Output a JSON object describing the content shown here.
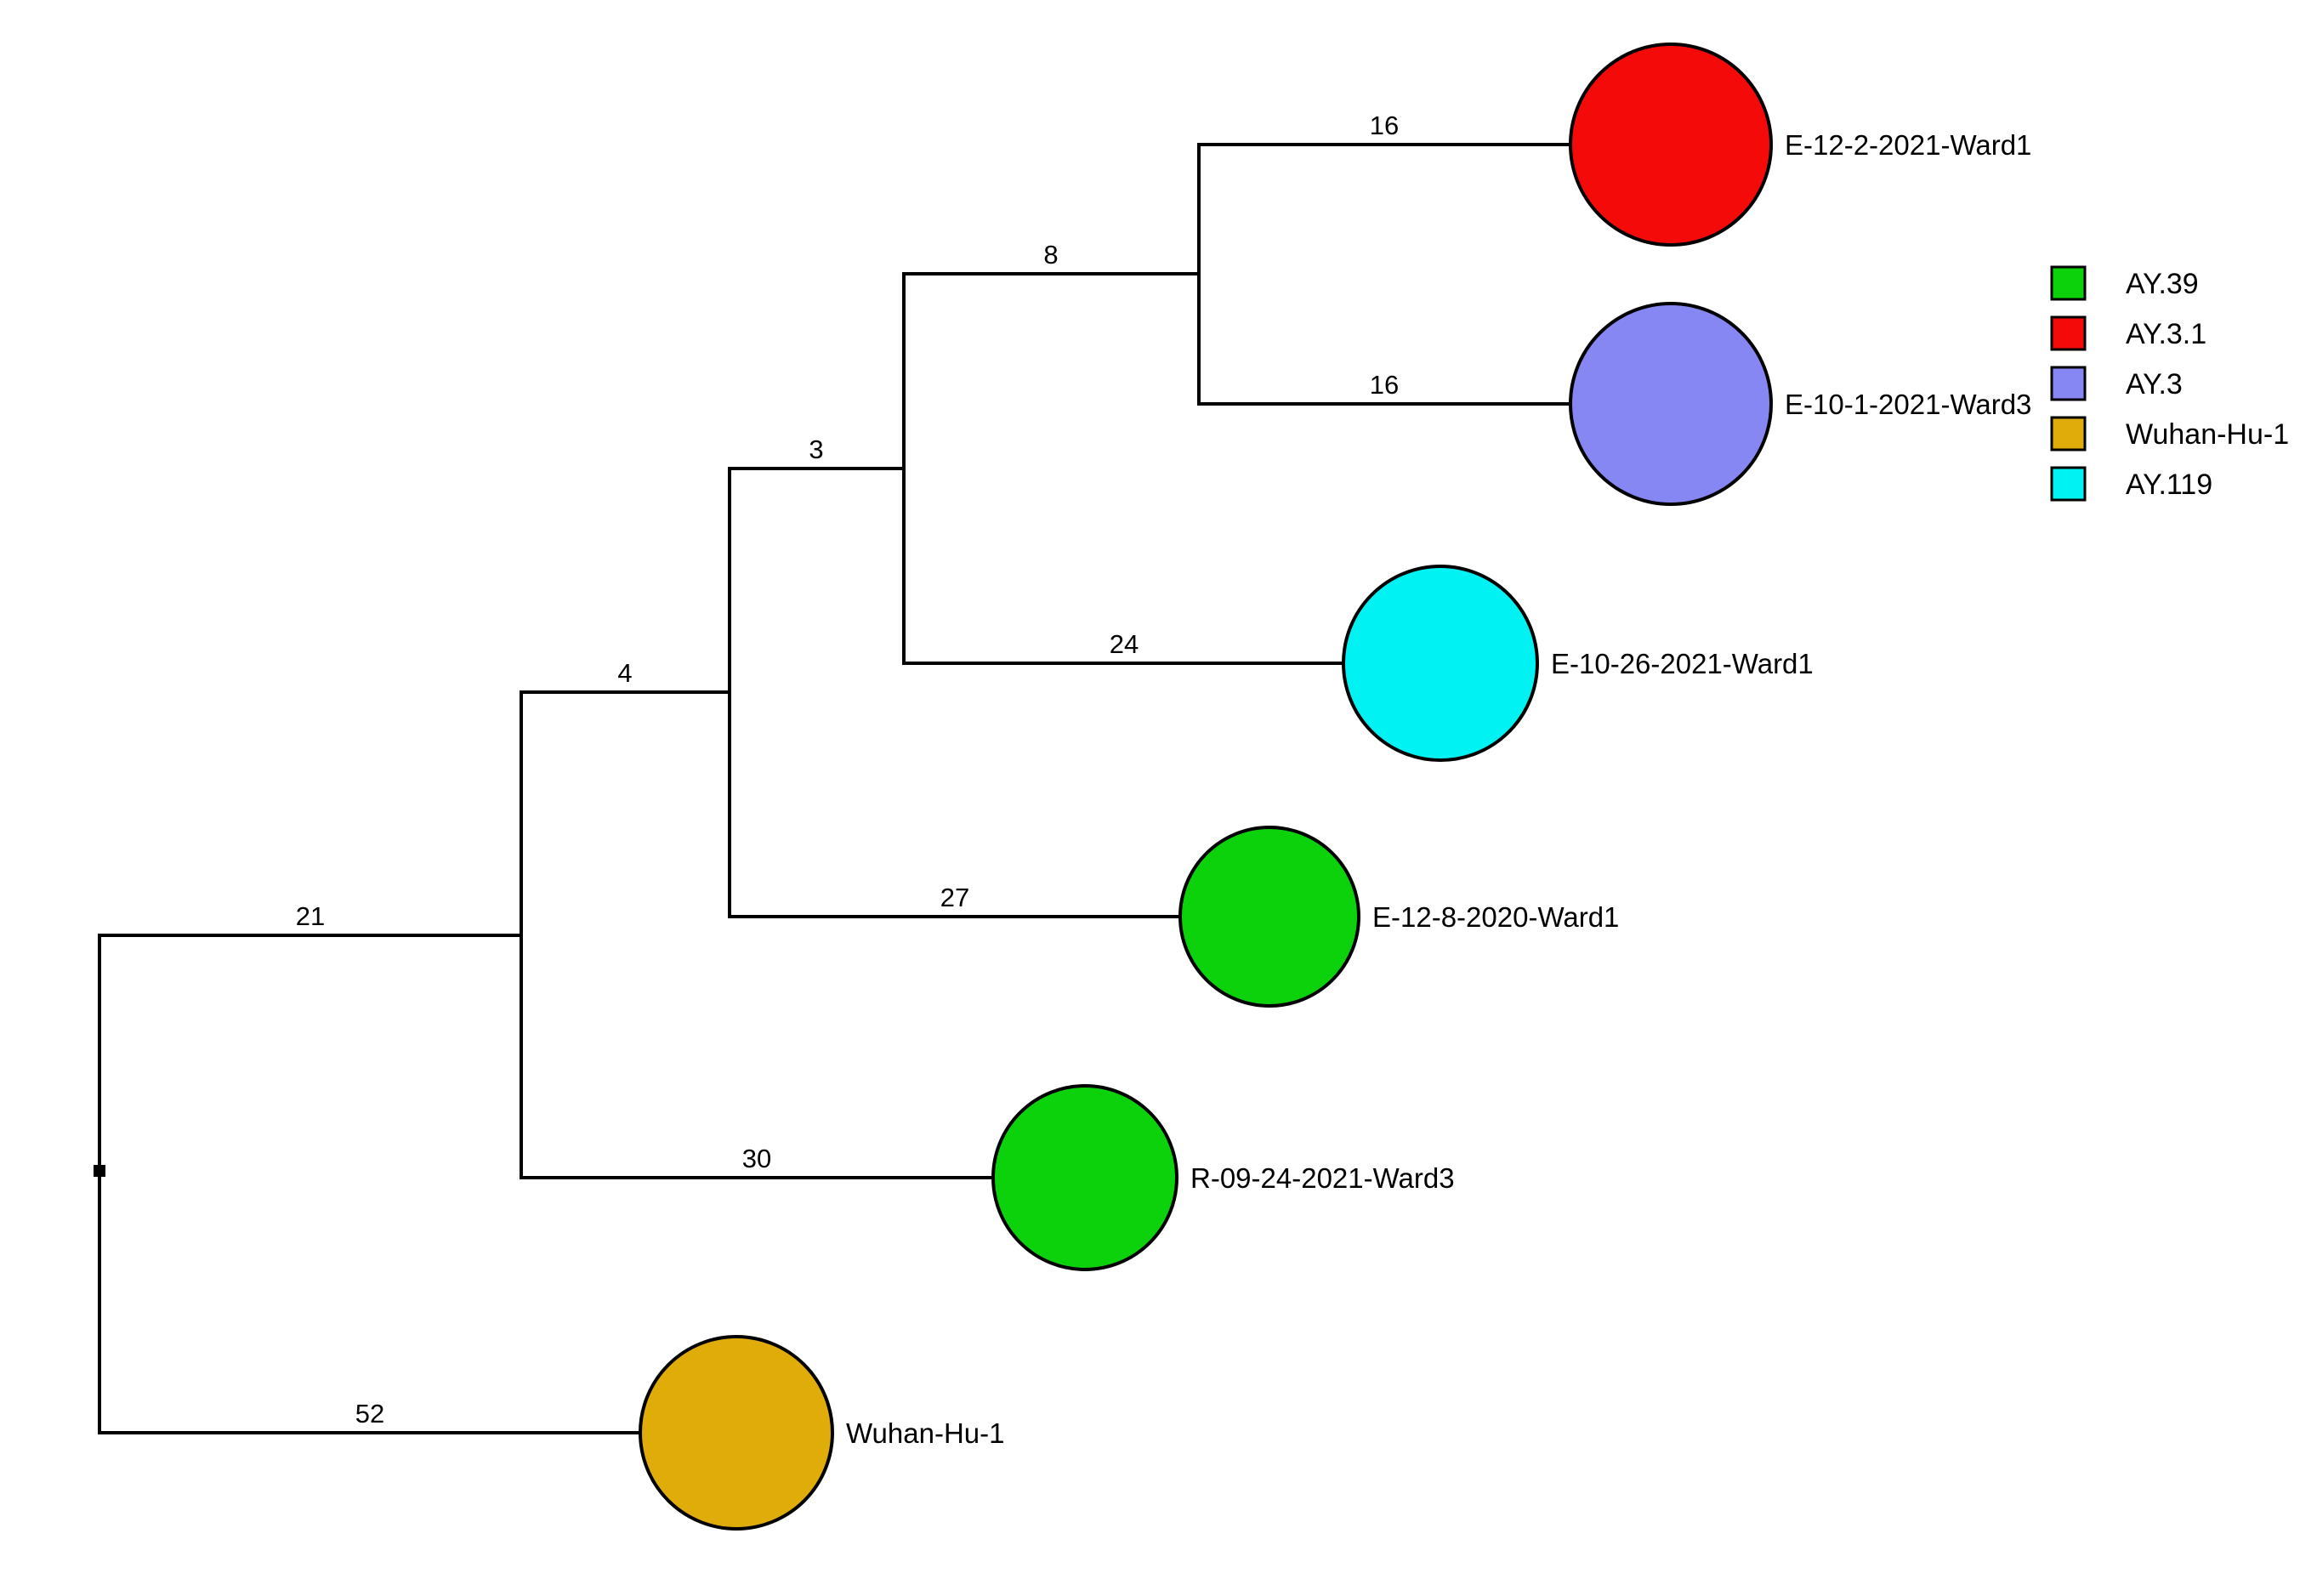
{
  "figure": {
    "background": "#ffffff",
    "edge_color": "#000000"
  },
  "tree": {
    "newick": "(((((E-12-2-2021-Ward1:16,E-10-1-2021-Ward3:16):8,E-10-26-2021-Ward1:24):3,E-12-8-2020-Ward1:27):4,R-09-24-2021-Ward3:30):21,Wuhan-Hu-1:52);",
    "leaves": [
      {
        "name": "E-12-2-2021-Ward1",
        "branch_label": "16",
        "color": "#f50a0a",
        "lineage": "AY.3.1"
      },
      {
        "name": "E-10-1-2021-Ward3",
        "branch_label": "16",
        "color": "#8787f3",
        "lineage": "AY.3"
      },
      {
        "name": "E-10-26-2021-Ward1",
        "branch_label": "24",
        "color": "#00f2f2",
        "lineage": "AY.119"
      },
      {
        "name": "E-12-8-2020-Ward1",
        "branch_label": "27",
        "color": "#0cd20c",
        "lineage": "AY.39"
      },
      {
        "name": "R-09-24-2021-Ward3",
        "branch_label": "30",
        "color": "#0cd20c",
        "lineage": "AY.39"
      },
      {
        "name": "Wuhan-Hu-1",
        "branch_label": "52",
        "color": "#dfac09",
        "lineage": "Wuhan-Hu-1"
      }
    ],
    "internal_branches": [
      {
        "label": "8"
      },
      {
        "label": "3"
      },
      {
        "label": "4"
      },
      {
        "label": "21"
      }
    ]
  },
  "legend": {
    "items": [
      {
        "label": "AY.39",
        "color": "#0cd20c"
      },
      {
        "label": "AY.3.1",
        "color": "#f50a0a"
      },
      {
        "label": "AY.3",
        "color": "#8787f3"
      },
      {
        "label": "Wuhan-Hu-1",
        "color": "#dfac09"
      },
      {
        "label": "AY.119",
        "color": "#00f2f2"
      }
    ]
  }
}
